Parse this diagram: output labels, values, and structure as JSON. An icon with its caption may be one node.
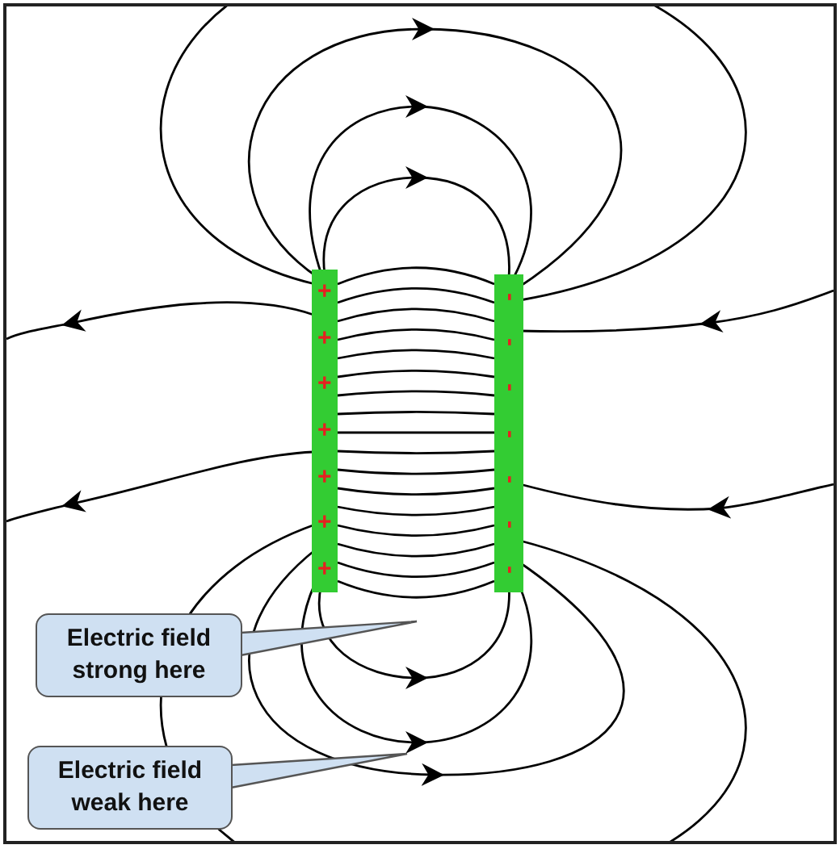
{
  "diagram": {
    "nodes": [
      {
        "text": [
          "Electric field strong here"
        ]
      },
      {
        "text": [
          "Electric field weak here"
        ]
      }
    ],
    "edges": [
      {
        "from": 0,
        "to": null,
        "arrow": "to"
      },
      {
        "from": 1,
        "to": null,
        "arrow": "to"
      }
    ],
    "labels": [
      "+",
      "+",
      "+",
      "+",
      "+",
      "+",
      "+",
      "-",
      "-",
      "-",
      "-",
      "-",
      "-",
      "-"
    ]
  }
}
